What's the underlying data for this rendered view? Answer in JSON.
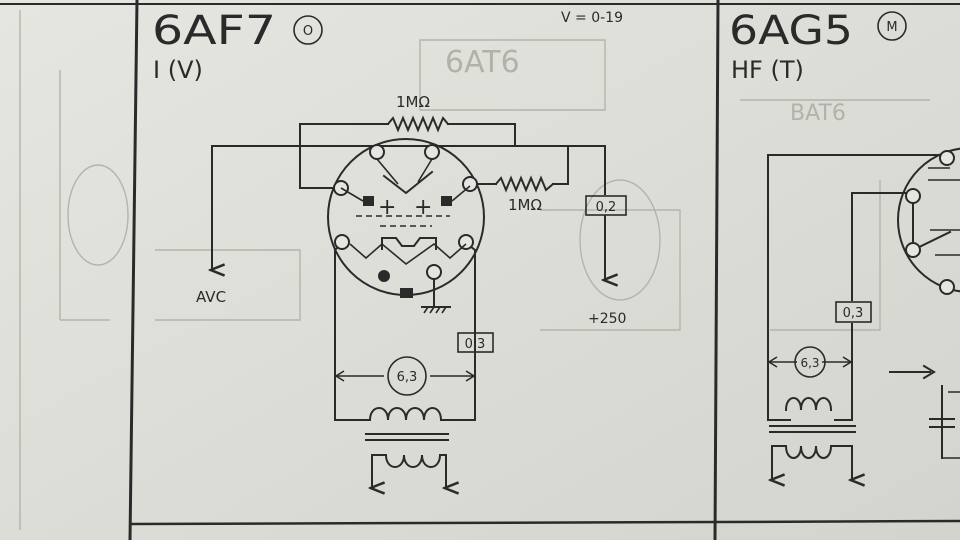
{
  "colors": {
    "paper": "#e3e3de",
    "ink": "#2a2a2a",
    "bleed": "#b4b4ad"
  },
  "left_panel": {
    "tube": "6AF7",
    "badge": "O",
    "function": "I (V)",
    "voltage_range": "V = 0-19",
    "resistor_top": "1MΩ",
    "resistor_right": "1MΩ",
    "avc_label": "AVC",
    "current_plate": "0,2",
    "supply": "+250",
    "current_heater": "0,3",
    "heater_voltage": "6,3"
  },
  "right_panel": {
    "tube": "6AG5",
    "badge": "M",
    "function": "HF (T)",
    "current_heater": "0,3",
    "heater_voltage": "6,3"
  }
}
